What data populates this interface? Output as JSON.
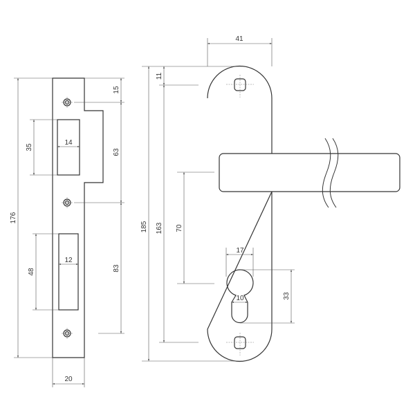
{
  "strike_plate": {
    "dimensions": {
      "total_height": "176",
      "top_to_first_screw": "15",
      "first_to_second_screw": "63",
      "second_to_third_screw": "83",
      "upper_cutout_height": "35",
      "upper_cutout_width": "14",
      "lower_cutout_height": "48",
      "lower_cutout_width": "12",
      "plate_width": "20"
    }
  },
  "handle_plate": {
    "dimensions": {
      "plate_width": "41",
      "total_height": "185",
      "top_to_screw": "11",
      "screw_spacing": "163",
      "handle_to_cylinder": "70",
      "cylinder_head_width": "17",
      "cylinder_slot_width": "10",
      "cylinder_height": "33"
    }
  }
}
